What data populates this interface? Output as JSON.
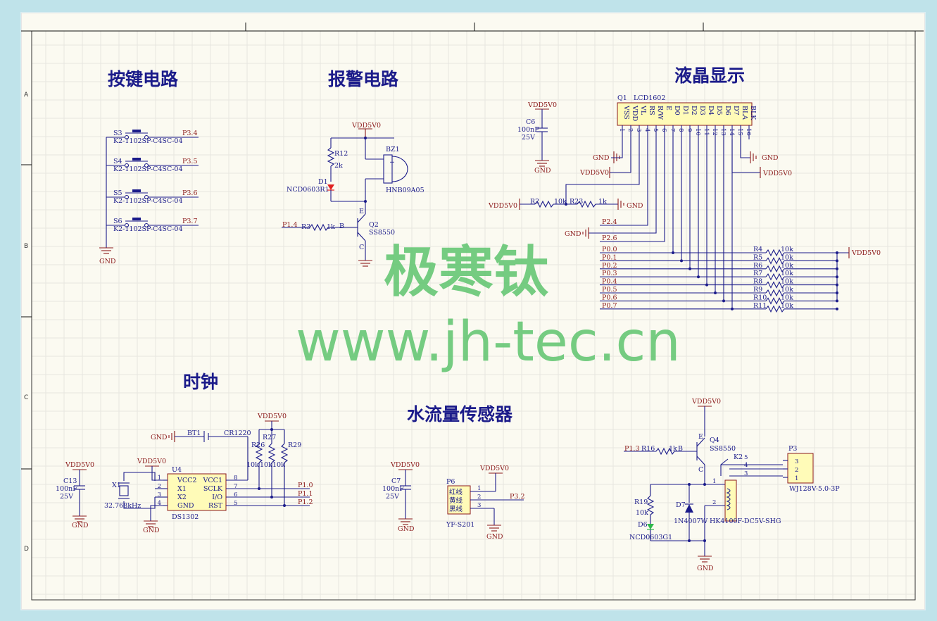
{
  "titles": {
    "keys": "按键电路",
    "alarm": "报警电路",
    "lcd": "液晶显示",
    "clock": "时钟",
    "flow": "水流量传感器"
  },
  "watermark": {
    "line1": "极寒钛",
    "line2": "www.jh-tec.cn"
  },
  "zones": [
    "A",
    "B",
    "C",
    "D"
  ],
  "power": {
    "vdd": "VDD5V0",
    "gnd": "GND"
  },
  "keys": {
    "part": "K2-1102SP-C4SC-04",
    "items": [
      {
        "ref": "S3",
        "net": "P3.4"
      },
      {
        "ref": "S4",
        "net": "P3.5"
      },
      {
        "ref": "S5",
        "net": "P3.6"
      },
      {
        "ref": "S6",
        "net": "P3.7"
      }
    ]
  },
  "alarm": {
    "r12": "R12",
    "r12v": "2k",
    "d1": "D1",
    "d1p": "NCD0603R1",
    "bz": "BZ1",
    "bzp": "HNB09A05",
    "q2": "Q2",
    "q2p": "SS8550",
    "r3": "R3",
    "r3v": "1k",
    "net": "P1.4",
    "pinE": "E",
    "pinB": "B",
    "pinC": "C",
    "plus": "+"
  },
  "lcd": {
    "ref": "Q1",
    "part": "LCD1602",
    "pins": [
      "VSS",
      "VDD",
      "VL",
      "RS",
      "R/W",
      "E",
      "D0",
      "D1",
      "D2",
      "D3",
      "D4",
      "D5",
      "D6",
      "D7",
      "BLA",
      "BLK"
    ],
    "nums": [
      "1",
      "2",
      "3",
      "4",
      "5",
      "6",
      "7",
      "8",
      "9",
      "10",
      "11",
      "12",
      "13",
      "14",
      "15",
      "16"
    ],
    "c6": "C6",
    "c6v": "100nF",
    "c6r": "25V",
    "r2": "R2",
    "r2v": "10k",
    "r23": "R23",
    "r23v": "1k",
    "rsnet": "P2.4",
    "enet": "P2.6",
    "pullups": [
      {
        "net": "P0.0",
        "ref": "R4",
        "val": "10k"
      },
      {
        "net": "P0.1",
        "ref": "R5",
        "val": "10k"
      },
      {
        "net": "P0.2",
        "ref": "R6",
        "val": "10k"
      },
      {
        "net": "P0.3",
        "ref": "R7",
        "val": "10k"
      },
      {
        "net": "P0.4",
        "ref": "R8",
        "val": "10k"
      },
      {
        "net": "P0.5",
        "ref": "R9",
        "val": "10k"
      },
      {
        "net": "P0.6",
        "ref": "R10",
        "val": "10k"
      },
      {
        "net": "P0.7",
        "ref": "R11",
        "val": "10k"
      }
    ]
  },
  "clock": {
    "c13": "C13",
    "c13v": "100nF",
    "c13r": "25V",
    "x1": "X1",
    "x1v": "32.768kHz",
    "u4": "U4",
    "u4p": "DS1302",
    "leftPins": [
      {
        "n": "1",
        "name": "VCC2"
      },
      {
        "n": "2",
        "name": "X1"
      },
      {
        "n": "3",
        "name": "X2"
      },
      {
        "n": "4",
        "name": "GND"
      }
    ],
    "rightPins": [
      {
        "n": "8",
        "name": "VCC1"
      },
      {
        "n": "7",
        "name": "SCLK"
      },
      {
        "n": "6",
        "name": "I/O"
      },
      {
        "n": "5",
        "name": "RST"
      }
    ],
    "bt": "BT1",
    "btp": "CR1220",
    "r26": "R26",
    "r27": "R27",
    "r29": "R29",
    "rv": "10k",
    "nets": [
      "P1.0",
      "P1.1",
      "P1.2"
    ]
  },
  "flow": {
    "c7": "C7",
    "c7v": "100nF",
    "c7r": "25V",
    "p6": "P6",
    "p6p": "YF-S201",
    "wires": [
      "红线",
      "黄线",
      "黑线"
    ],
    "nums": [
      "1",
      "2",
      "3"
    ],
    "net": "P3.2"
  },
  "relay": {
    "q4": "Q4",
    "q4p": "SS8550",
    "r16": "R16",
    "r16v": "1k",
    "net": "P1.3",
    "r19": "R19",
    "r19v": "10k",
    "d6": "D6",
    "d6p": "NCD0603G1",
    "d7": "D7",
    "d7p": "1N4007W",
    "k2": "K2",
    "k2p": "HK4100F-DC5V-SHG",
    "p3": "P3",
    "p3p": "WJ128V-5.0-3P",
    "knums": [
      "5",
      "4",
      "3",
      "1",
      "2"
    ],
    "p3nums": [
      "3",
      "2",
      "1"
    ]
  }
}
